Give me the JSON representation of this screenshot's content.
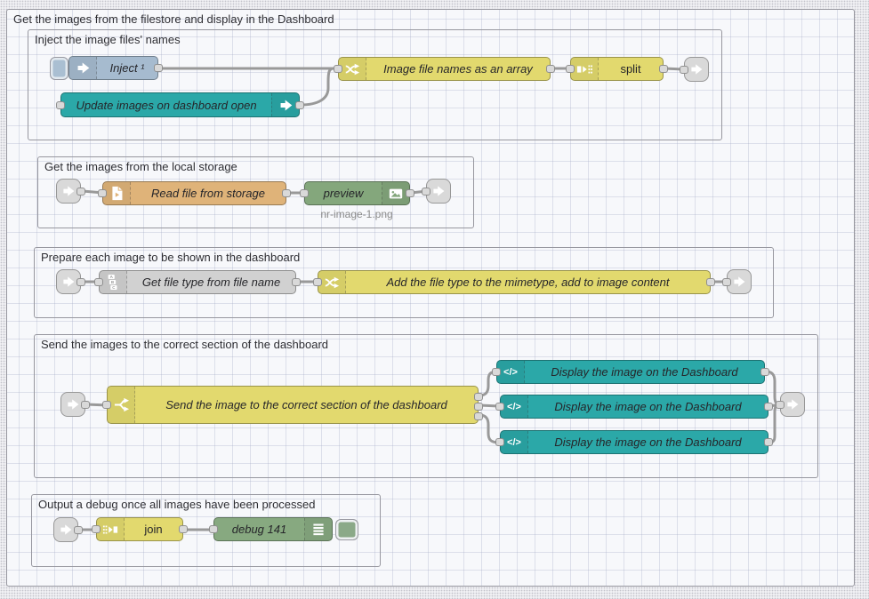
{
  "workspace": {
    "outer_group_label": "Get the images from the filestore and display in the Dashboard",
    "group_labels": {
      "inject": "Inject the image files' names",
      "storage": "Get the images from the local storage",
      "prepare": "Prepare each image to be shown in the dashboard",
      "send": "Send the images to the correct section of the dashboard",
      "output": "Output a debug once all images have been processed"
    }
  },
  "nodes": {
    "inject": "Inject ¹",
    "update": "Update images on dashboard open",
    "filenames": "Image file names as an array",
    "split": "split",
    "readfile": "Read file from storage",
    "preview": "preview",
    "preview_status": "nr-image-1.png",
    "gettype": "Get file type from file name",
    "addtype": "Add the file type to the mimetype, add to image content",
    "switch": "Send the image to the correct section of the dashboard",
    "display1": "Display the image on the Dashboard",
    "display2": "Display the image on the Dashboard",
    "display3": "Display the image on the Dashboard",
    "join": "join",
    "debug": "debug 141"
  },
  "icons": {
    "template_glyph": "</>",
    "abc": [
      "A",
      "B",
      "C"
    ]
  },
  "colors": {
    "inject_blue": "#a6bbcf",
    "dashboard_teal": "#2ba8a8",
    "function_yellow": "#e2d96e",
    "file_tan": "#dfb379",
    "preview_green": "#84a77c",
    "debug_green": "#87a980",
    "gray_node": "#d1d1d1",
    "link_gray": "#d9d9d9",
    "wire": "#999999"
  }
}
